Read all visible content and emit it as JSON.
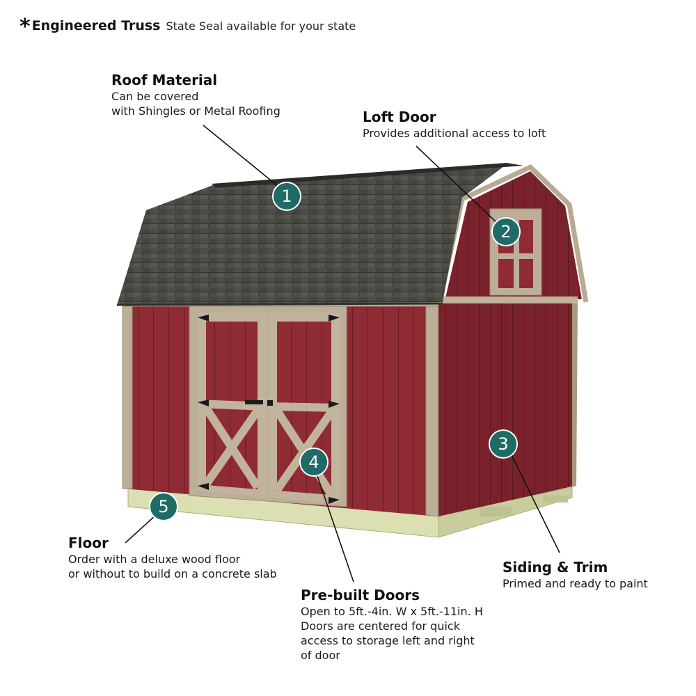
{
  "header": {
    "asterisk": "*",
    "title": "Engineered Truss",
    "subtitle": "State Seal available for your state"
  },
  "callouts": {
    "roof": {
      "number": "1",
      "title": "Roof Material",
      "lines": [
        "Can be covered",
        "with Shingles or Metal Roofing"
      ]
    },
    "loft": {
      "number": "2",
      "title": "Loft Door",
      "lines": [
        "Provides additional access to loft"
      ]
    },
    "siding": {
      "number": "3",
      "title": "Siding & Trim",
      "lines": [
        "Primed and ready to paint"
      ]
    },
    "doors": {
      "number": "4",
      "title": "Pre-built Doors",
      "lines": [
        "Open to 5ft.-4in. W x 5ft.-11in. H",
        "Doors are centered for quick",
        "access to storage left and right",
        "of door"
      ]
    },
    "floor": {
      "number": "5",
      "title": "Floor",
      "lines": [
        "Order with a deluxe wood floor",
        "or without to build on a concrete slab"
      ]
    }
  },
  "colors": {
    "badge": "#1f6b66",
    "siding": "#8c2a33",
    "siding_side": "#761f29",
    "trim": "#b9aa93",
    "roof": "#4c4d46",
    "floor": "#d8dcae"
  }
}
